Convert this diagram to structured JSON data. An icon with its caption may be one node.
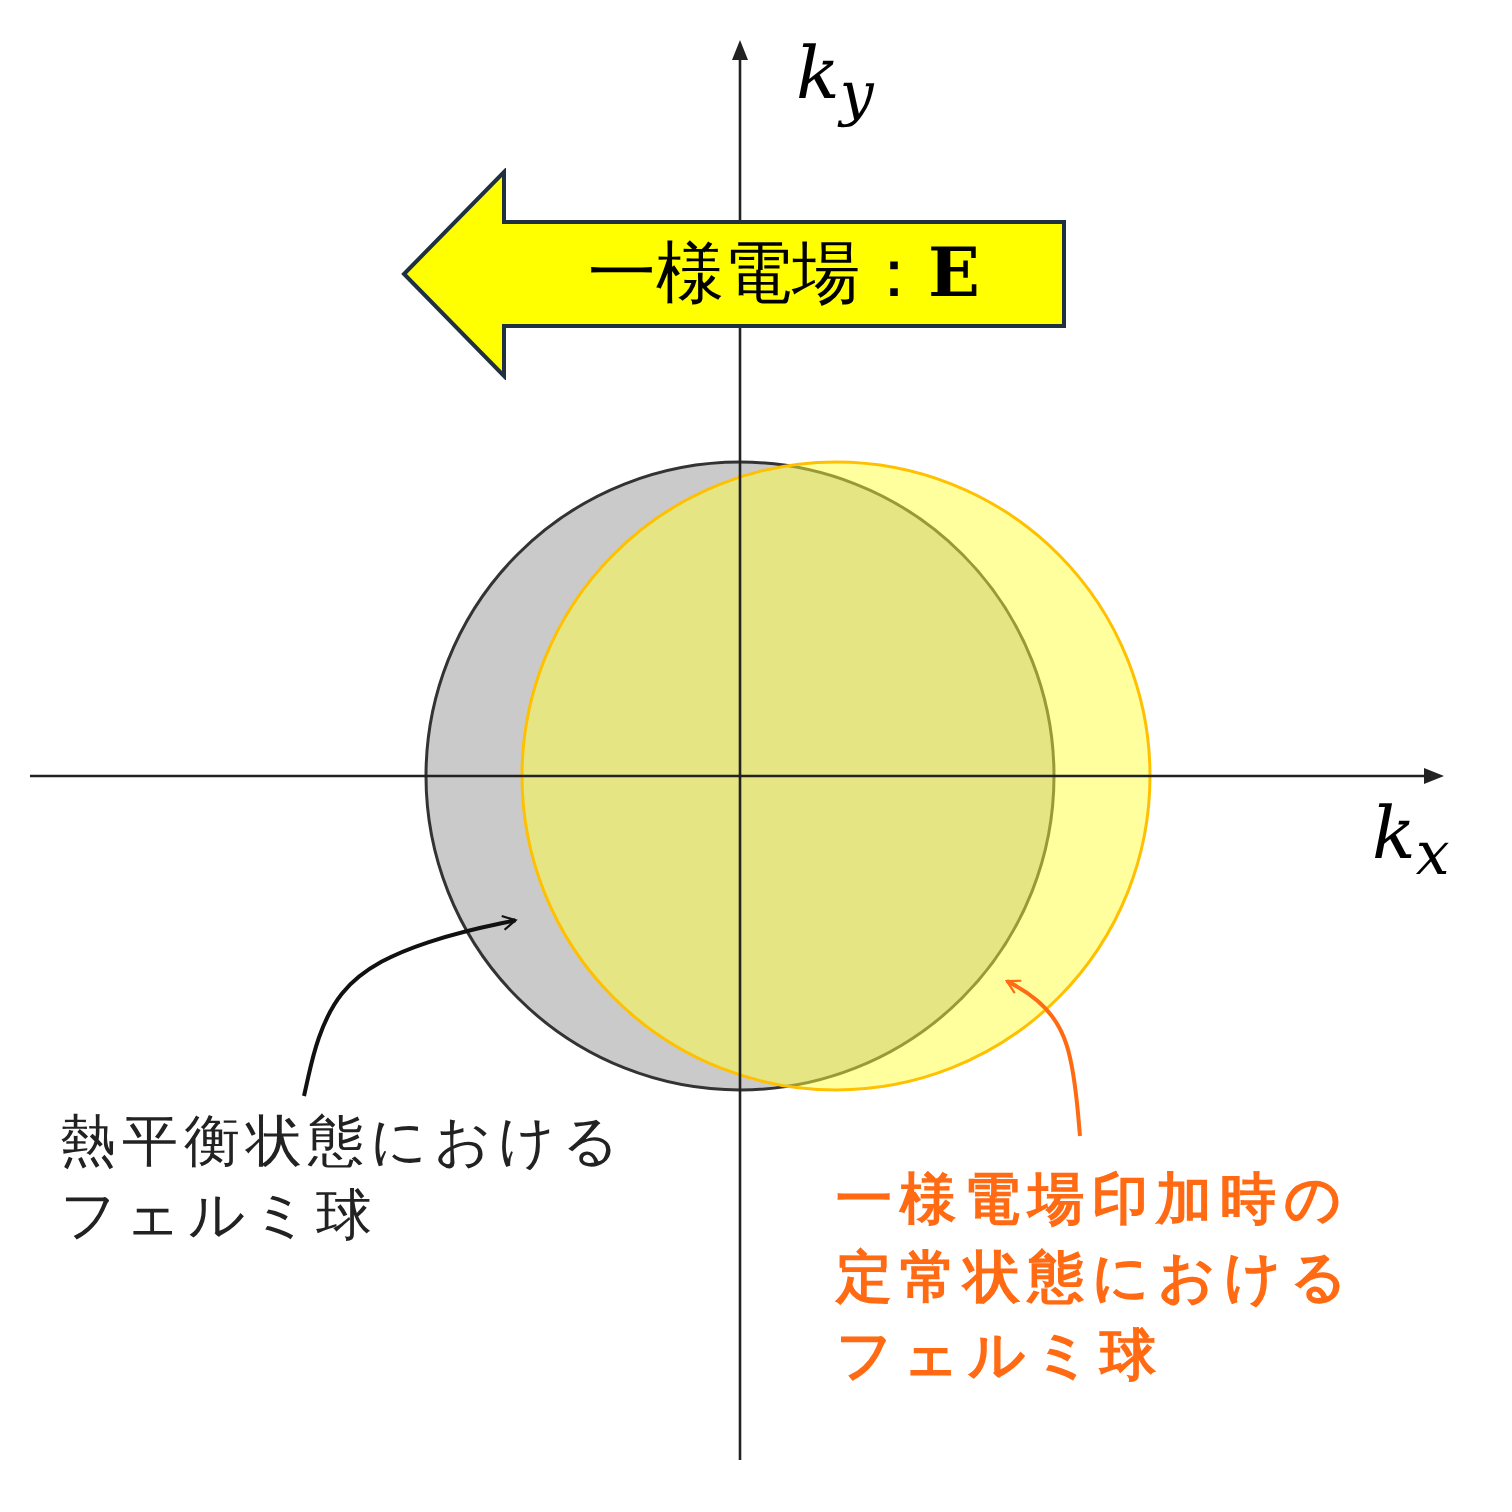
{
  "diagram": {
    "nodes": [
      {
        "text": [
          "一様電場：**E**"
        ]
      },
      {
        "text": [],
        "shape": "circle"
      },
      {
        "text": [],
        "shape": "circle"
      },
      {
        "text": [
          "熱平衡状態におけるフェルミ球"
        ]
      },
      {
        "text": [
          "一様電場印加時の定常状態におけるフェルミ球"
        ]
      }
    ],
    "edges": [
      {
        "from": 3,
        "to": 1,
        "arrow": "to"
      },
      {
        "from": 4,
        "to": 2,
        "arrow": "to",
        "color": "#ff6a13"
      }
    ],
    "labels": [
      "k$_{y}$",
      "k$_{x}$"
    ]
  }
}
